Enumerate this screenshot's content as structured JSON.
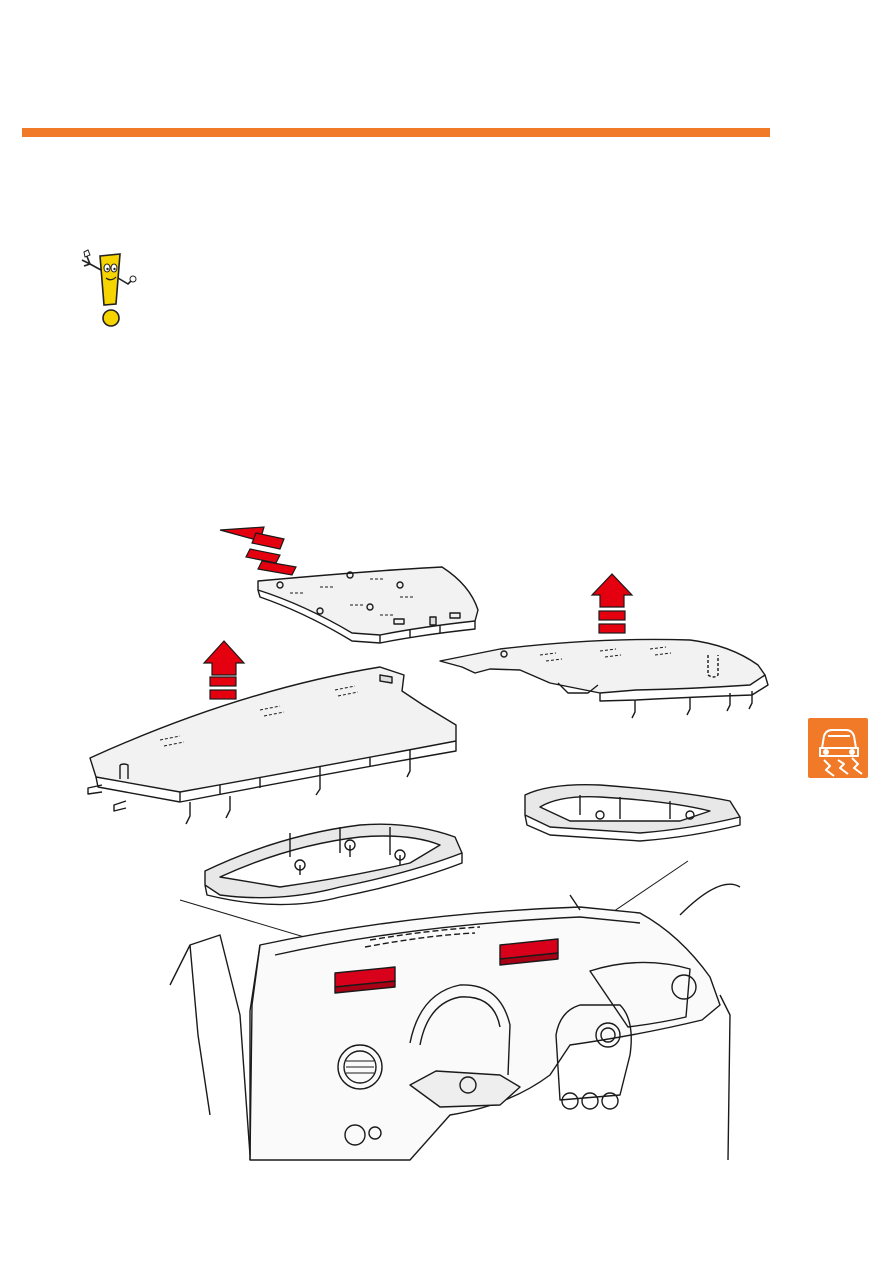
{
  "header": {
    "accent_color": "#f07a28"
  },
  "notice": {
    "icon": "exclamation-mascot-icon",
    "color": "#f5d400"
  },
  "diagram": {
    "arrow_color": "#e4000f",
    "highlight_color": "#d8001a",
    "parts": [
      "upper-tray-cover",
      "left-tray-cover",
      "right-tray-cover",
      "left-tray-base",
      "right-tray-base",
      "dashboard"
    ]
  },
  "section_tab": {
    "icon": "car-skid-icon",
    "color": "#f07a28"
  }
}
